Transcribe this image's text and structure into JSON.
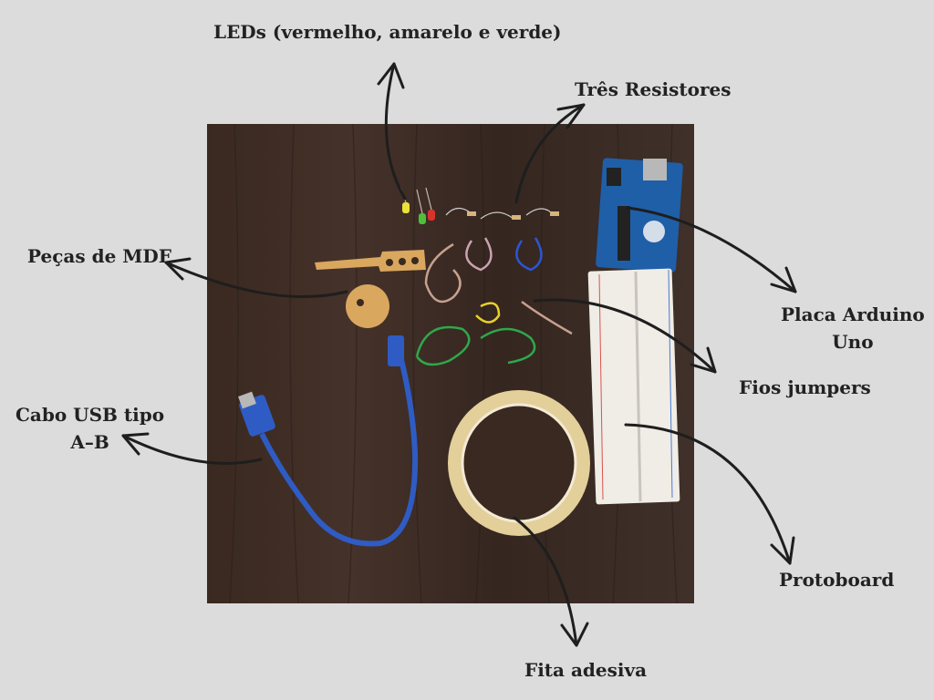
{
  "labels": {
    "leds": "LEDs (vermelho, amarelo e verde)",
    "resistors": "Três Resistores",
    "mdf": "Peças de MDF",
    "arduino_line1": "Placa Arduino",
    "arduino_line2": "Uno",
    "jumpers": "Fios jumpers",
    "usb_line1": "Cabo USB tipo",
    "usb_line2": "A–B",
    "protoboard": "Protoboard",
    "tape": "Fita adesiva"
  },
  "colors": {
    "background": "#dcdcdc",
    "wood": "#3d2b22",
    "arrow": "#1e1e1e",
    "arduino_blue": "#1f5fa8",
    "cable_blue": "#2f5cc4",
    "breadboard": "#f0ece6",
    "mdf": "#d9a75e",
    "tape": "#e3cf9a"
  }
}
